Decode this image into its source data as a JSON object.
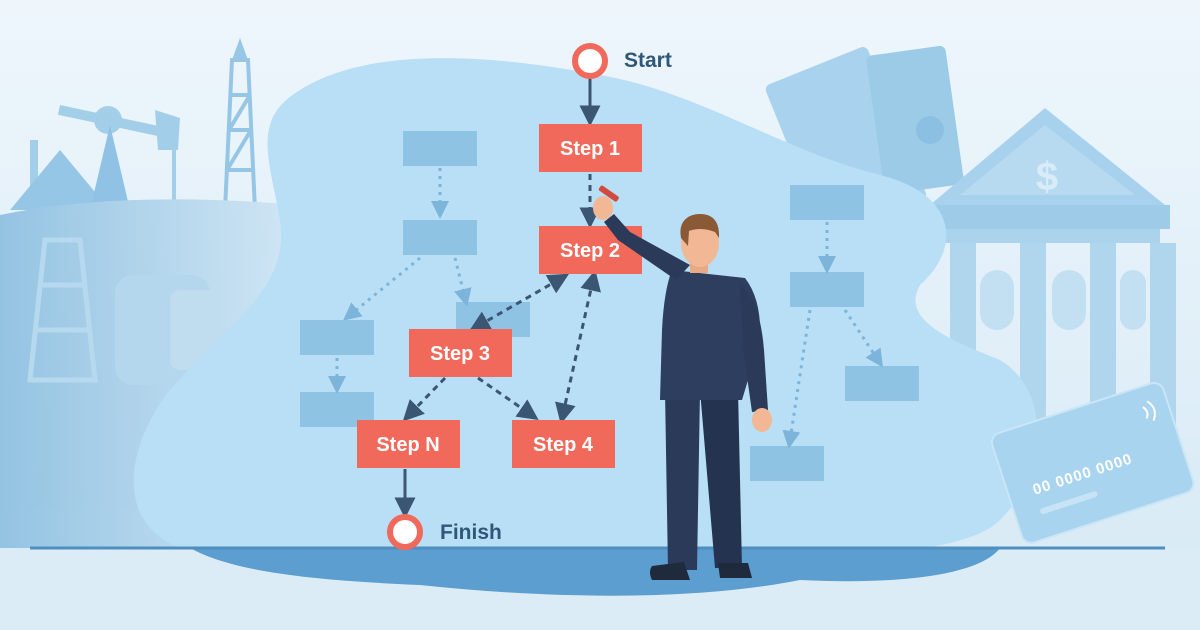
{
  "flowchart": {
    "start_label": "Start",
    "finish_label": "Finish",
    "steps": {
      "step1": "Step 1",
      "step2": "Step 2",
      "step3": "Step 3",
      "step4": "Step 4",
      "stepN": "Step N"
    }
  },
  "decor": {
    "bank_symbol": "$",
    "card_number": "00 0000 0000"
  },
  "colors": {
    "step_box": "#f0695a",
    "arrow": "#3b5672",
    "accent_node": "#f0695a",
    "suit": "#2a3a58",
    "ghost_box": "#8fc3e4",
    "blob": "#b8dff6"
  }
}
